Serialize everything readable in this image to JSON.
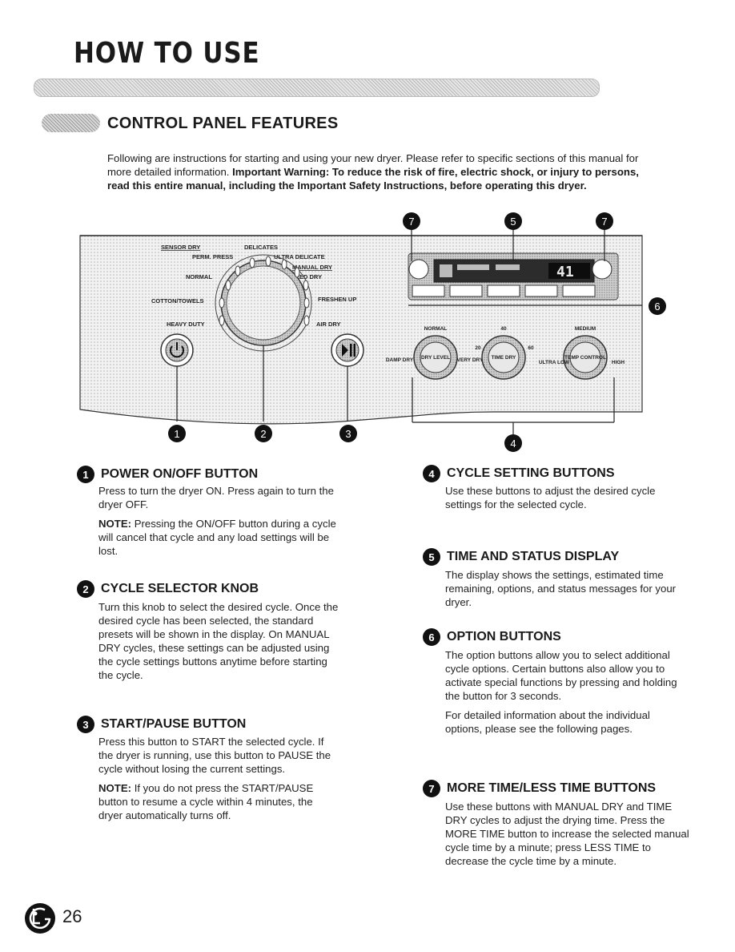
{
  "header": {
    "title": "HOW TO USE"
  },
  "section": {
    "title": "CONTROL PANEL FEATURES",
    "intro_normal": "Following are instructions for starting and using your new dryer. Please refer to specific sections of this manual for more detailed information. ",
    "intro_bold": "Important Warning: To reduce the risk of fire, electric shock, or injury to persons, read this entire manual, including the Important Safety Instructions, before operating this dryer."
  },
  "diagram": {
    "callouts": [
      "1",
      "2",
      "3",
      "4",
      "5",
      "6",
      "7"
    ],
    "cycle_labels": {
      "sensor_dry": "SENSOR DRY",
      "delicates": "DELICATES",
      "perm_press": "PERM. PRESS",
      "ultra_delicate": "ULTRA DELICATE",
      "manual_dry": "MANUAL DRY",
      "normal": "NORMAL",
      "speed_dry": "SPEED DRY",
      "cotton_towels": "COTTON/TOWELS",
      "freshen_up": "FRESHEN UP",
      "heavy_duty": "HEAVY DUTY",
      "air_dry": "AIR DRY"
    },
    "display_value": "41",
    "knobs": [
      {
        "label": "DRY LEVEL",
        "top": "NORMAL",
        "left": "DAMP DRY",
        "right": "VERY DRY"
      },
      {
        "label": "TIME DRY",
        "top": "40",
        "left": "20",
        "right": "60"
      },
      {
        "label": "TEMP CONTROL",
        "top": "MEDIUM",
        "left": "ULTRA LOW",
        "right": "HIGH"
      }
    ]
  },
  "features_left": [
    {
      "num": "1",
      "title": "POWER ON/OFF BUTTON",
      "body": "Press to turn the dryer ON. Press again to turn the dryer OFF.",
      "note_label": "NOTE:",
      "note": " Pressing the ON/OFF button during a cycle will cancel that cycle and any load settings will be lost."
    },
    {
      "num": "2",
      "title": "CYCLE SELECTOR KNOB",
      "body": "Turn this knob to select the desired cycle. Once the desired cycle has been selected, the standard presets will be shown in the display. On MANUAL DRY cycles, these settings can be adjusted using the cycle settings buttons anytime before starting the cycle."
    },
    {
      "num": "3",
      "title": "START/PAUSE BUTTON",
      "body": "Press this button to START the selected cycle. If the dryer is running, use this button to PAUSE the cycle without losing the current settings.",
      "note_label": "NOTE:",
      "note": " If you do not press the START/PAUSE button to resume a cycle within 4 minutes, the dryer automatically turns off."
    }
  ],
  "features_right": [
    {
      "num": "4",
      "title": "CYCLE SETTING BUTTONS",
      "body": "Use these buttons to adjust the desired cycle settings for the selected cycle."
    },
    {
      "num": "5",
      "title": "TIME AND STATUS DISPLAY",
      "body": "The display shows the settings, estimated time remaining, options, and status messages for your dryer."
    },
    {
      "num": "6",
      "title": "OPTION BUTTONS",
      "body": "The option buttons allow you to select additional cycle options. Certain buttons also allow you to activate special functions by pressing and holding the button for 3 seconds.",
      "extra": "For detailed information about the individual options, please see the following pages."
    },
    {
      "num": "7",
      "title": "MORE TIME/LESS TIME BUTTONS",
      "body": "Use these buttons with MANUAL DRY and TIME DRY cycles to adjust the drying time. Press the MORE TIME button to increase the selected manual cycle time by a minute; press LESS TIME to decrease the cycle time by a minute."
    }
  ],
  "footer": {
    "page_number": "26",
    "logo_text": "LG"
  }
}
